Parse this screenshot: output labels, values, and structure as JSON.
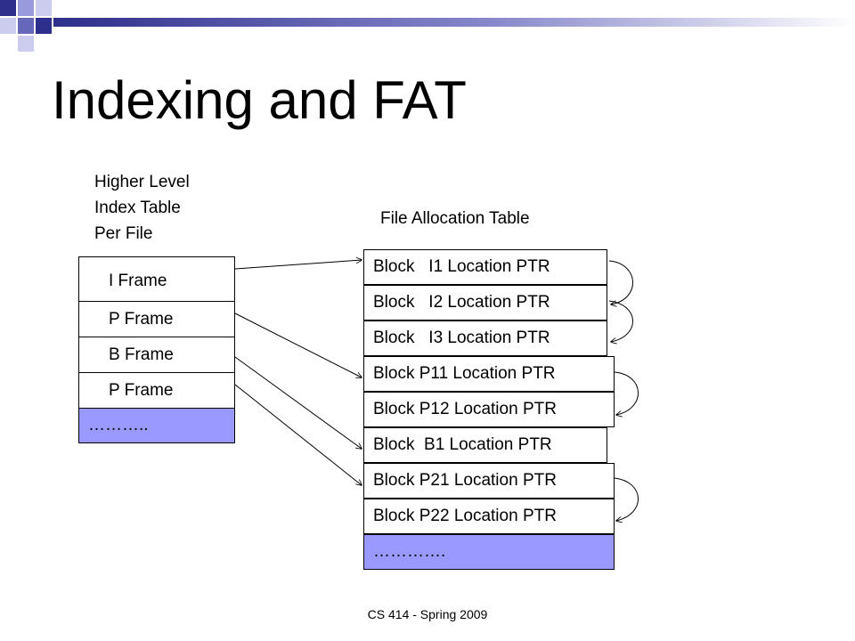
{
  "title": "Indexing and FAT",
  "index_label_lines": [
    "Higher Level",
    "Index Table",
    "Per File"
  ],
  "fat_label": "File Allocation Table",
  "index_table": {
    "rows": [
      "I Frame",
      "P Frame",
      "B Frame",
      "P Frame"
    ],
    "ellipsis": "……….."
  },
  "fat": {
    "rows": [
      "Block   I1 Location PTR",
      "Block   I2 Location PTR",
      "Block   I3 Location PTR",
      "Block P11 Location PTR",
      "Block P12 Location PTR",
      "Block  B1 Location PTR",
      "Block P21 Location PTR",
      "Block P22 Location PTR"
    ],
    "ellipsis": "…………."
  },
  "footer": "CS 414 - Spring 2009",
  "colors": {
    "ellipsis_fill": "#9999ff"
  }
}
